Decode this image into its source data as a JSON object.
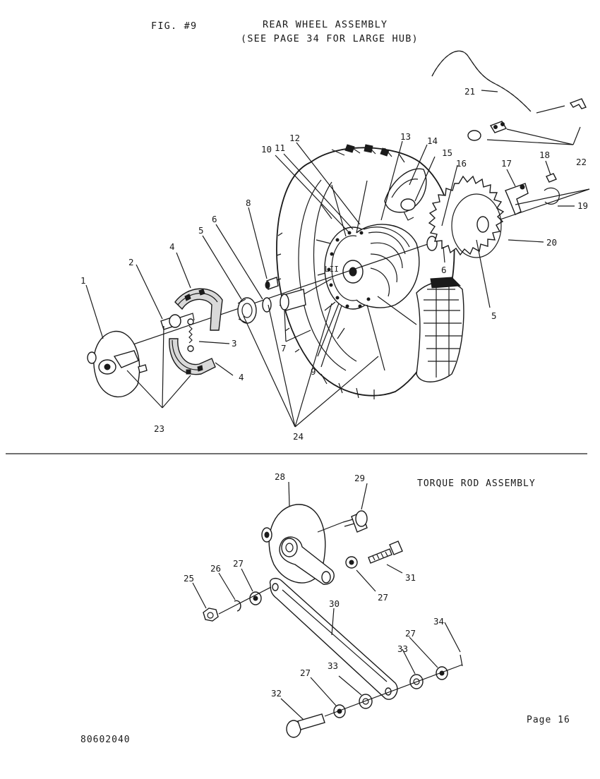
{
  "figure": {
    "fig_label": "FIG. #9",
    "title": "REAR WHEEL ASSEMBLY",
    "subtitle": "(SEE PAGE 34 FOR LARGE HUB)"
  },
  "torque_section": {
    "title": "TORQUE ROD ASSEMBLY"
  },
  "footer": {
    "page_label": "Page 16",
    "doc_number": "80602040"
  },
  "callouts_wheel": [
    "1",
    "2",
    "3",
    "4",
    "4",
    "5",
    "5",
    "6",
    "6",
    "7",
    "8",
    "9",
    "10",
    "11",
    "12",
    "13",
    "14",
    "15",
    "16",
    "17",
    "18",
    "19",
    "20",
    "21",
    "22",
    "23",
    "24"
  ],
  "callouts_torque": [
    "25",
    "26",
    "27",
    "27",
    "27",
    "27",
    "28",
    "29",
    "30",
    "31",
    "32",
    "33",
    "33",
    "34"
  ]
}
